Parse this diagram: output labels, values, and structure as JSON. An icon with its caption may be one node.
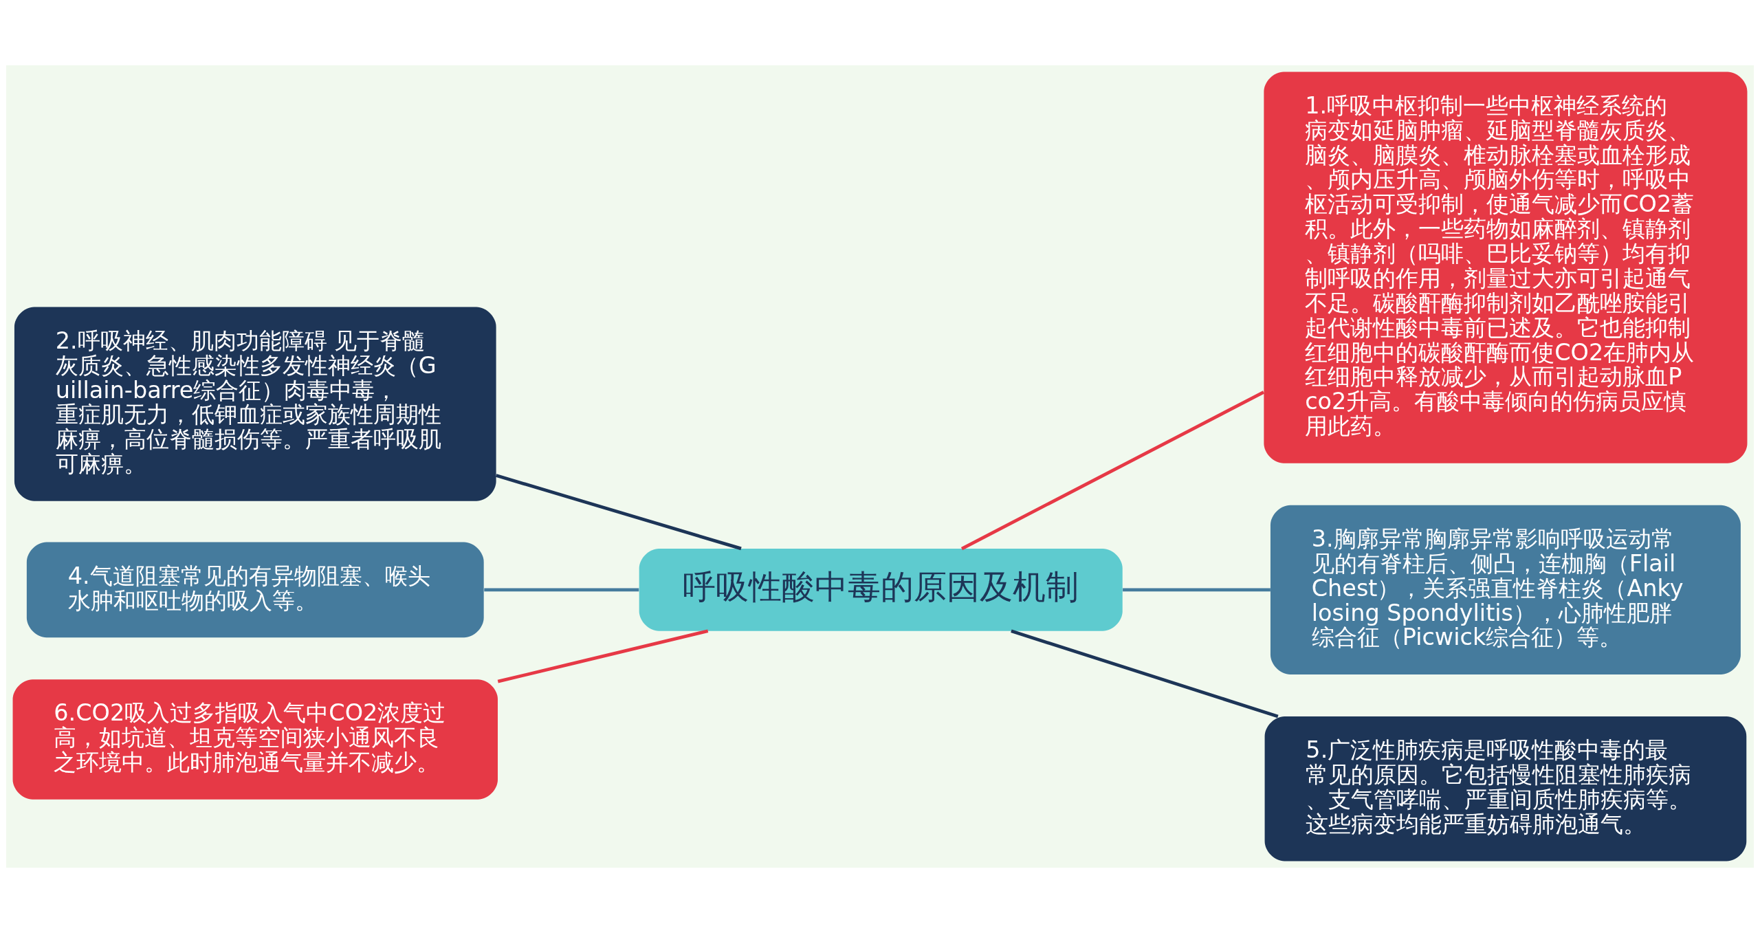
{
  "diagram": {
    "nodes": [
      {
        "text": [
          "呼吸性酸中毒的原因及机制"
        ]
      },
      {
        "text": [
          "1.呼吸中枢抑制一些中枢神经系统的病变如延脑肿瘤、延脑型脊髓灰质炎、脑炎、脑膜炎、椎动脉栓塞或血栓形成、颅内压升高、颅脑外伤等时，呼吸中枢活动可受抑制，使通气减少而CO2蓄积。此外，一些药物如麻醉剂、镇静剂、镇静剂（吗啡、巴比妥钠等）均有抑制呼吸的作用，剂量过大亦可引起通气不足。碳酸酐酶抑制剂如乙酰唑胺能引起代谢性酸中毒前已述及。它也能抑制红细胞中的碳酸酐酶而使CO2在肺内从红细胞中释放减少，从而引起动脉血Pco2升高。有酸中毒倾向的伤病员应慎用此药。"
        ]
      },
      {
        "text": [
          "2.呼吸神经、肌肉功能障碍 见于脊髓灰质炎、急性感染性多发性神经炎（Guillain-barre综合征）肉毒中毒，重症肌无力，低钾血症或家族性周期性麻痹，高位脊髓损伤等。严重者呼吸肌可麻痹。"
        ]
      },
      {
        "text": [
          "3.胸廓异常胸廓异常影响呼吸运动常见的有脊柱后、侧凸，连枷胸（Flail Chest），关系强直性脊柱炎（Ankylosing Spondylitis），心肺性肥胖综合征（Picwick综合征）等。"
        ]
      },
      {
        "text": [
          "4.气道阻塞常见的有异物阻塞、喉头水肿和呕吐物的吸入等。"
        ]
      },
      {
        "text": [
          "5.广泛性肺疾病是呼吸性酸中毒的最常见的原因。它包括慢性阻塞性肺疾病、支气管哮喘、严重间质性肺疾病等。这些病变均能严重妨碍肺泡通气。"
        ]
      },
      {
        "text": [
          "6.CO2吸入过多指吸入气中CO2浓度过高，如坑道、坦克等空间狭小通风不良之环境中。此时肺泡通气量并不减少。"
        ]
      }
    ],
    "edges": [
      {
        "from": 0,
        "to": 1,
        "arrow": "none",
        "color": "#e63946"
      },
      {
        "from": 0,
        "to": 2,
        "arrow": "none",
        "color": "#1d3557"
      },
      {
        "from": 0,
        "to": 3,
        "arrow": "none",
        "color": "#457b9d"
      },
      {
        "from": 0,
        "to": 4,
        "arrow": "none",
        "color": "#457b9d"
      },
      {
        "from": 0,
        "to": 5,
        "arrow": "none",
        "color": "#1d3557"
      },
      {
        "from": 0,
        "to": 6,
        "arrow": "none",
        "color": "#e63946"
      }
    ]
  }
}
